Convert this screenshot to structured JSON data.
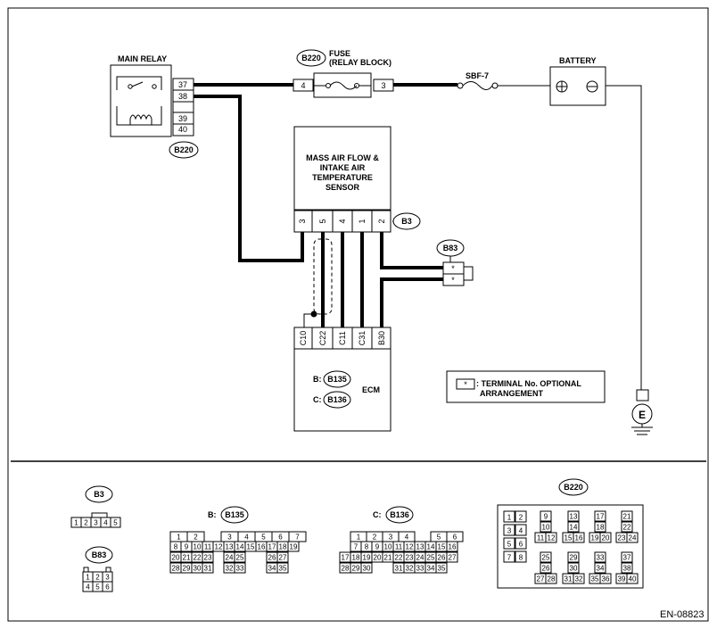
{
  "main_relay": {
    "title": "MAIN RELAY",
    "pins": [
      "37",
      "38",
      "39",
      "40"
    ],
    "badge": "B220"
  },
  "fuse": {
    "badge": "B220",
    "title_line1": "FUSE",
    "title_line2": "(RELAY BLOCK)",
    "pin_left": "4",
    "pin_right": "3"
  },
  "sbf": {
    "label": "SBF-7"
  },
  "battery": {
    "title": "BATTERY"
  },
  "sensor": {
    "line1": "MASS AIR FLOW &",
    "line2": "INTAKE AIR",
    "line3": "TEMPERATURE",
    "line4": "SENSOR",
    "pins": [
      "3",
      "5",
      "4",
      "1",
      "2"
    ],
    "badge": "B3"
  },
  "b83": {
    "badge": "B83",
    "pins": [
      "*",
      "*"
    ]
  },
  "ecm": {
    "title": "ECM",
    "pins": [
      "C10",
      "C22",
      "C11",
      "C31",
      "B30"
    ],
    "prefix_b": "B:",
    "badge_b": "B135",
    "prefix_c": "C:",
    "badge_c": "B136"
  },
  "legend": {
    "symbol": "*",
    "line1": ": TERMINAL No. OPTIONAL",
    "line2": "ARRANGEMENT"
  },
  "ground": {
    "label": "E"
  },
  "connectors": {
    "b3": {
      "badge": "B3",
      "row1": [
        "1",
        "2",
        "3",
        "4",
        "5"
      ]
    },
    "b83": {
      "badge": "B83",
      "row1": [
        "1",
        "2",
        "3"
      ],
      "row2": [
        "4",
        "5",
        "6"
      ]
    },
    "b135": {
      "prefix": "B:",
      "badge": "B135",
      "row1": [
        "1",
        "2",
        "",
        "3",
        "4",
        "5",
        "6",
        "7"
      ],
      "row2": [
        "8",
        "9",
        "10",
        "11",
        "12",
        "13",
        "14",
        "15",
        "16",
        "17",
        "18",
        "19"
      ],
      "row3": [
        "20",
        "21",
        "22",
        "23",
        "",
        "24",
        "25",
        "",
        "",
        "26",
        "27"
      ],
      "row4": [
        "28",
        "29",
        "30",
        "31",
        "",
        "32",
        "33",
        "",
        "",
        "34",
        "35"
      ]
    },
    "b136": {
      "prefix": "C:",
      "badge": "B136",
      "row1": [
        "1",
        "2",
        "3",
        "4",
        "",
        "5",
        "6"
      ],
      "row2": [
        "7",
        "8",
        "9",
        "10",
        "11",
        "12",
        "13",
        "14",
        "15",
        "16"
      ],
      "row3": [
        "17",
        "18",
        "19",
        "20",
        "21",
        "22",
        "23",
        "24",
        "25",
        "26",
        "27"
      ],
      "row4": [
        "28",
        "29",
        "30",
        "",
        "",
        "31",
        "32",
        "33",
        "34",
        "35"
      ]
    },
    "b220": {
      "badge": "B220",
      "group1": [
        "1",
        "2",
        "3",
        "4",
        "5",
        "6",
        "7",
        "8"
      ],
      "col_a": [
        "9",
        "10",
        "11",
        "12"
      ],
      "col_b": [
        "13",
        "14",
        "15",
        "16"
      ],
      "col_c": [
        "17",
        "18",
        "19",
        "20"
      ],
      "col_d": [
        "21",
        "22",
        "23",
        "24"
      ],
      "col_e": [
        "25",
        "26",
        "27",
        "28"
      ],
      "col_f": [
        "29",
        "30",
        "31",
        "32"
      ],
      "col_g": [
        "33",
        "34",
        "35",
        "36"
      ],
      "col_h": [
        "37",
        "38",
        "39",
        "40"
      ]
    }
  },
  "footer": {
    "code": "EN-08823"
  }
}
